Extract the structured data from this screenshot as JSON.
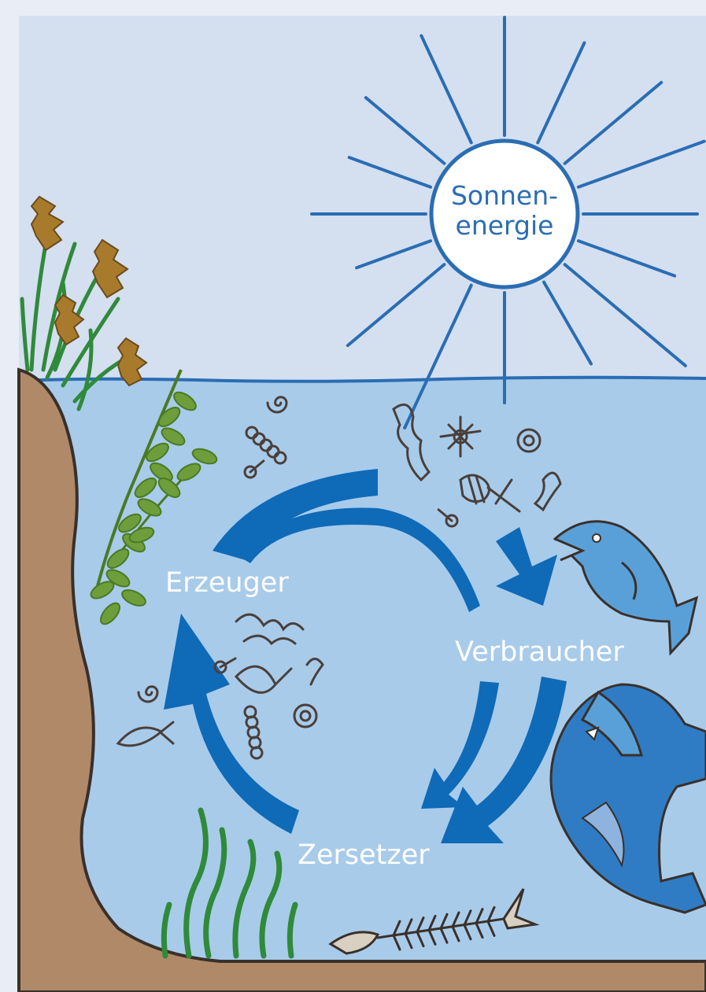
{
  "sun": {
    "line1": "Sonnen-",
    "line2": "energie"
  },
  "labels": {
    "producers": "Erzeuger",
    "consumers": "Verbraucher",
    "decomposers": "Zersetzer"
  },
  "colors": {
    "sky": "#d4dff0",
    "water": "#a8cbea",
    "sun_line": "#2a6db3",
    "arrow": "#0f6ab8",
    "soil": "#b08a68",
    "soil_outline": "#3a302a",
    "reed_head": "#a87a2c",
    "plant_green": "#2f8a3a",
    "waterweed": "#6e9d3c",
    "fish_light": "#5aa0d8",
    "fish_dark": "#2f7cc4",
    "organism": "#4a3f3a"
  }
}
